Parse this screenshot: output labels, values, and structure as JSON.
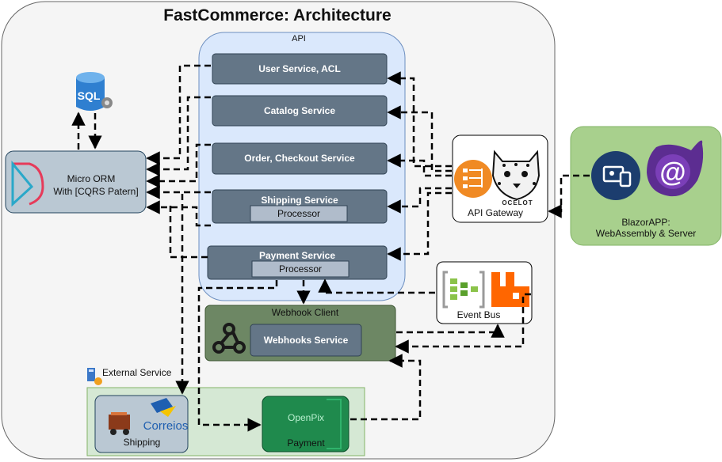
{
  "title": "FastCommerce: Architecture",
  "api": {
    "label": "API",
    "services": {
      "user": "User Service, ACL",
      "catalog": "Catalog Service",
      "order": "Order, Checkout Service",
      "shipping": "Shipping Service",
      "shipping_sub": "Processor",
      "payment": "Payment Service",
      "payment_sub": "Processor"
    }
  },
  "sql": {
    "icon_text": "SQL",
    "icon": "sql-database-icon"
  },
  "orm": {
    "line1": "Micro ORM",
    "line2": "With [CQRS Patern]",
    "icon": "orm-logo-icon"
  },
  "gateway": {
    "label": "API Gateway",
    "logo_text": "OCELOT",
    "icons": [
      "load-balancer-icon",
      "ocelot-cat-icon"
    ]
  },
  "blazor": {
    "line1": "BlazorAPP:",
    "line2": "WebAssembly & Server",
    "icons": [
      "responsive-device-icon",
      "blazor-logo-icon"
    ]
  },
  "webhook": {
    "label": "Webhook Client",
    "service": "Webhooks Service",
    "icon": "webhook-icon"
  },
  "event_bus": {
    "label": "Event Bus",
    "icons": [
      "azure-service-bus-icon",
      "rabbitmq-icon"
    ]
  },
  "external": {
    "label": "External Service",
    "shipping": {
      "label": "Shipping",
      "logo_text": "Correios"
    },
    "payment": {
      "label": "Payment",
      "logo_text": "OpenPix"
    }
  },
  "colors": {
    "outer_bg": "#f5f5f5",
    "api_bg": "#dae8fc",
    "service_box": "#647687",
    "processor_box": "#b0bccb",
    "blazor_bg": "#a8d08d",
    "webhook_bg": "#6d8764",
    "external_bg": "#d5e8d4",
    "payment_box": "#1f8a4d"
  }
}
